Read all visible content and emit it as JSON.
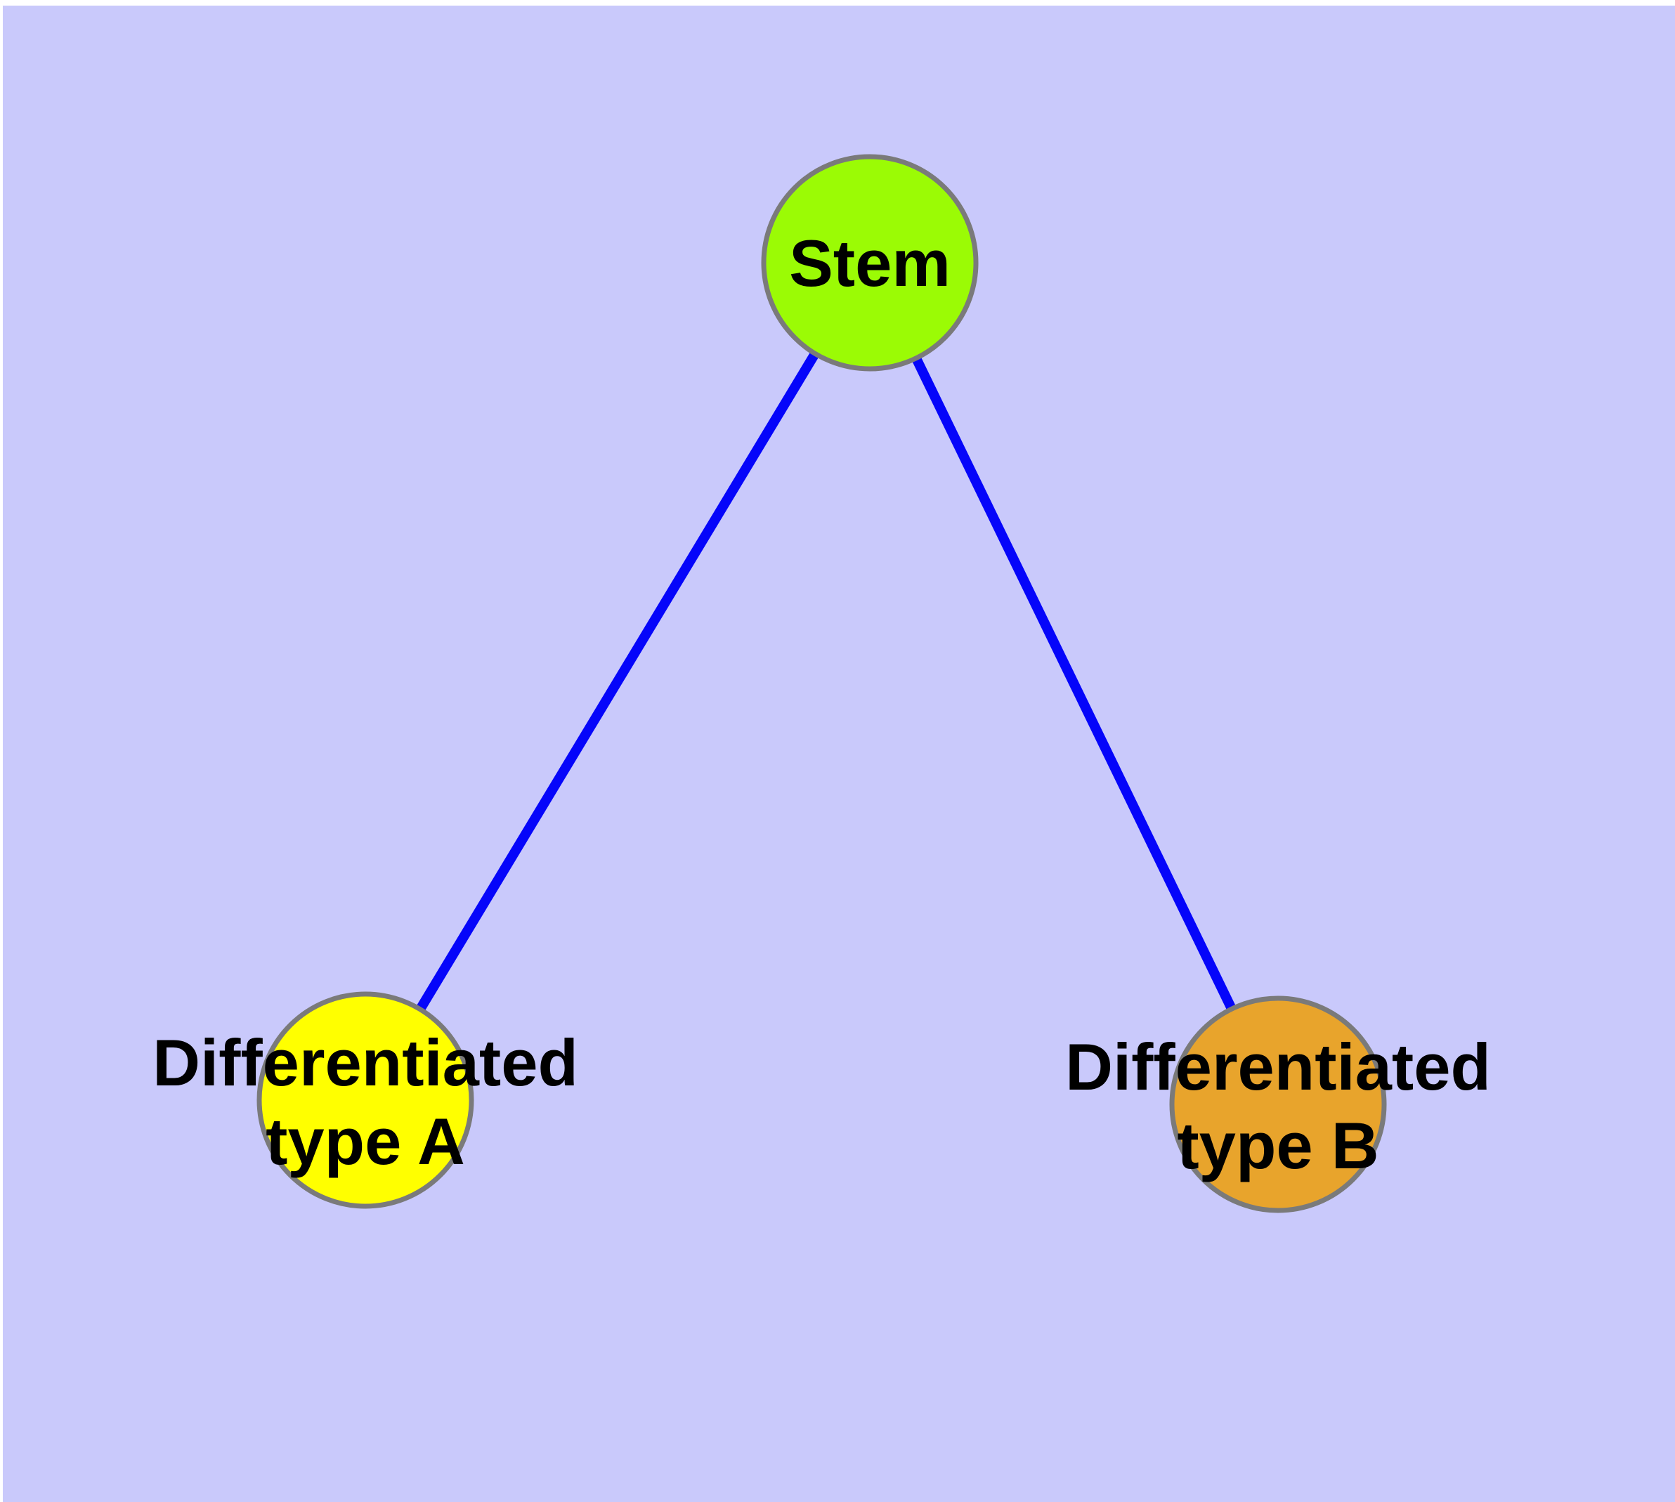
{
  "canvas": {
    "page_background": "#FFFFFF",
    "plot_background": "#C9C9FB"
  },
  "diagram": {
    "type": "graph",
    "description": "Cell differentiation tree: Stem node linked to two differentiated cell-type nodes",
    "nodes": [
      {
        "id": "stem",
        "label": "Stem",
        "fill_color": "#9BFB05",
        "border_color": "#7A7A7A",
        "text_color": "#000000"
      },
      {
        "id": "type-a",
        "label": "Differentiated type A",
        "label_line1": "Differentiated",
        "label_line2": "type A",
        "fill_color": "#FFFF00",
        "border_color": "#7A7A7A",
        "text_color": "#000000"
      },
      {
        "id": "type-b",
        "label": "Differentiated type B",
        "label_line1": "Differentiated",
        "label_line2": "type B",
        "fill_color": "#E8A42C",
        "border_color": "#7A7A7A",
        "text_color": "#000000"
      }
    ],
    "edges": [
      {
        "from": "Stem",
        "to": "Differentiated type A",
        "color": "#0505FA"
      },
      {
        "from": "Stem",
        "to": "Differentiated type B",
        "color": "#0505FA"
      }
    ]
  }
}
